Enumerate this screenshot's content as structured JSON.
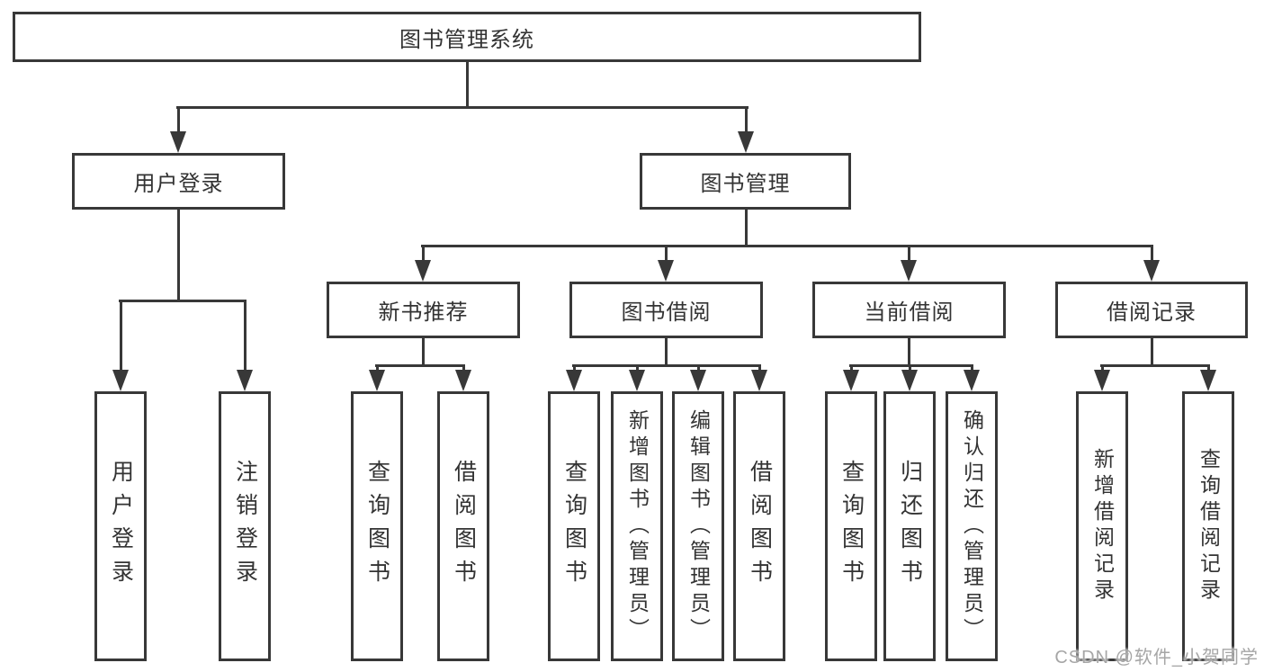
{
  "diagram": {
    "root": "图书管理系统",
    "branches": [
      {
        "label": "用户登录",
        "children": [
          "用户登录",
          "注销登录"
        ]
      },
      {
        "label": "图书管理",
        "children": [
          {
            "label": "新书推荐",
            "children": [
              "查询图书",
              "借阅图书"
            ]
          },
          {
            "label": "图书借阅",
            "children": [
              "查询图书",
              "新增图书（管理员）",
              "编辑图书（管理员）",
              "借阅图书"
            ]
          },
          {
            "label": "当前借阅",
            "children": [
              "查询图书",
              "归还图书",
              "确认归还（管理员）"
            ]
          },
          {
            "label": "借阅记录",
            "children": [
              "新增借阅记录",
              "查询借阅记录"
            ]
          }
        ]
      }
    ]
  },
  "watermark": "CSDN @软件_小贺同学",
  "colors": {
    "line": "#383838",
    "text": "#333333",
    "watermark": "#a6a6a6",
    "background": "#ffffff"
  }
}
